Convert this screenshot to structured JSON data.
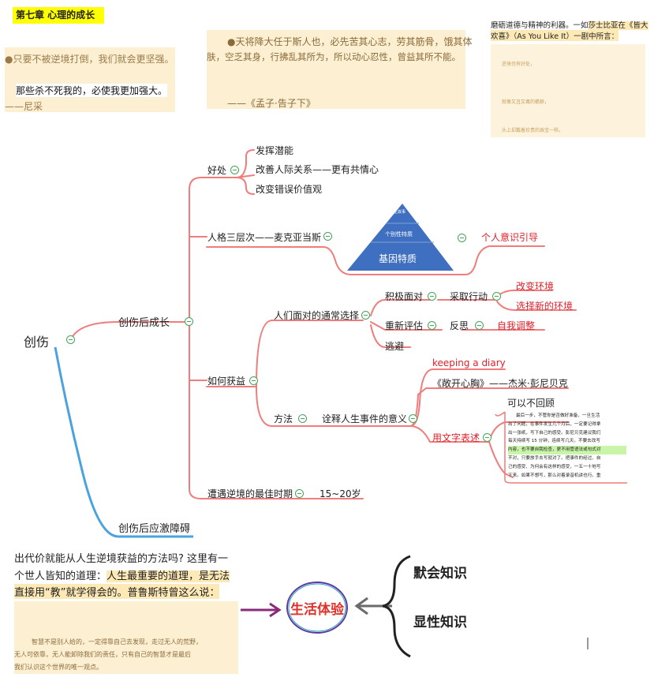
{
  "chapter_title": "第七章 心理的成长",
  "quote_left": {
    "line1": "●只要不被逆境打倒，我们就会更坚强。",
    "line2": "那些杀不死我的，必使我更加强大。",
    "author": "——尼采"
  },
  "quote_mencius": {
    "text1": "●天将降大任于斯人也，必先苦其心志，劳其筋骨，饿其体",
    "text2": "肤，空乏其身，行拂乱其所为，所以动心忍性，曾益其所不能。",
    "source": "——《孟子·告子下》"
  },
  "quote_shakespeare": {
    "line1_plain": "磨砺道德与精神的利器。一如",
    "line1_hl": "莎士比亚在《皆大",
    "line2": "欢喜》（As You Like It）一剧中所言：",
    "small1": "逆境也有好处，",
    "small2": "就像又丑又毒的蟾蜍，",
    "small3": "头上却戴着珍贵的珠宝一样。"
  },
  "mindmap": {
    "root": "创伤",
    "growth": "创伤后成长",
    "benefits": "好处",
    "benefit_items": [
      "发挥潜能",
      "改善人际关系——更有共情心",
      "改变错误价值观"
    ],
    "personality": "人格三层次——麦克亚当斯",
    "pyramid": {
      "top": "人生故事",
      "middle": "个别性特质",
      "base": "基因特质"
    },
    "personal_awareness": "个人意识引导",
    "how_benefit": "如何获益",
    "common_choices": "人们面对的通常选择",
    "positive": "积极面对",
    "take_action": "采取行动",
    "change_env": "改变环境",
    "choose_env": "选择新的环境",
    "reevaluate": "重新评估",
    "reflect": "反思",
    "self_adjust": "自我调整",
    "escape": "逃避",
    "method": "方法",
    "interpret": "诠释人生事件的意义",
    "diary": "keeping a diary",
    "book": "《敞开心胸》——杰米·彭尼贝克",
    "write": "用文字表述",
    "no_review": "可以不回顾",
    "write_note": [
      "最后一步，不管你是否做好准备，一旦生活",
      "出了问题，在事件发生几个月后，一定要记得拿",
      "出一张纸，写下自己的感受。彭尼贝克建议我们",
      "每天持续写 15 分钟，连续写几天。不要去改写",
      "内容，也不要自我检查，更不用管语法或句式对",
      "不对，只要放手去写就对了。把事件的经过、自",
      "己的感受、为何会有这样的感受，一五一十地写",
      "下来。如果不想写，那么对着录音机讲也行。重"
    ],
    "best_period": "遭遇逆境的最佳时期",
    "age_range": "15~20岁",
    "ptsd": "创伤后应激障碍"
  },
  "bottom_left": {
    "line1": "出代价就能从人生逆境获益的方法吗? 这里有一",
    "line2_plain": "个世人皆知的道理：",
    "line2_hl": "人生最重要的道理，是无法",
    "line3": "直接用“教”就学得会的。普鲁斯特曾这么说：",
    "quote1": "智慧不是别人给的，一定得靠自己去发现，走过无人的荒野，",
    "quote2": "无人可依靠，无人能卸除我们的责任，只有自己的智慧才是最后",
    "quote3": "我们认识这个世界的唯一观点。"
  },
  "life_experience": "生活体验",
  "tacit": "默会知识",
  "explicit": "显性知识",
  "colors": {
    "branch": "#f07c7c",
    "blue_branch": "#4aa3df",
    "pyramid": "#3f6fc0",
    "yellow": "#ffff00",
    "highlight": "#fde9b5"
  }
}
